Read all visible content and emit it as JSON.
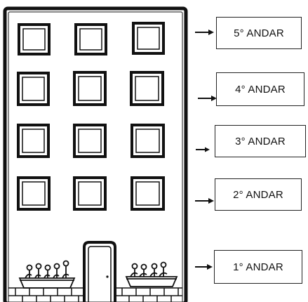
{
  "floors": [
    {
      "label": "5° ANDAR"
    },
    {
      "label": "4° ANDAR"
    },
    {
      "label": "3° ANDAR"
    },
    {
      "label": "2° ANDAR"
    },
    {
      "label": "1° ANDAR"
    }
  ],
  "colors": {
    "ink": "#111111",
    "paper": "#ffffff"
  }
}
